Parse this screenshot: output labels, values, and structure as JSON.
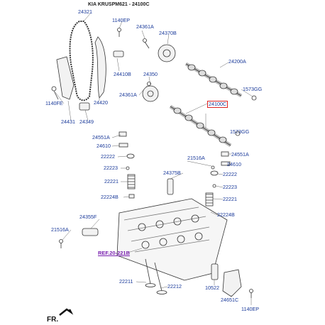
{
  "title": "KIA KRUSPM621 - 24100C",
  "reference": "REF.20-221B",
  "direction": "FR.",
  "callouts": {
    "c24321": "24321",
    "c1140EP_top": "1140EP",
    "c24361A_top": "24361A",
    "c24370B": "24370B",
    "c24200A": "24200A",
    "c1573GG_top": "1573GG",
    "c24410B": "24410B",
    "c24350": "24350",
    "c24361A_mid": "24361A",
    "c1140FE": "1140FE",
    "c24420": "24420",
    "c24431": "24431",
    "c24349": "24349",
    "c24100C": "24100C",
    "c1573GG_bot": "1573GG",
    "c24551A_left": "24551A",
    "c24610_left": "24610",
    "c22222_left": "22222",
    "c22223_left": "22223",
    "c22221_left": "22221",
    "c22224B_left": "22224B",
    "c24551A_right": "24551A",
    "c24610_right": "24610",
    "c21516A_right": "21516A",
    "c24375B": "24375B",
    "c22222_right": "22222",
    "c22223_right": "22223",
    "c22221_right": "22221",
    "c22224B_right": "22224B",
    "c24355F": "24355F",
    "c21516A_left": "21516A",
    "c22211": "22211",
    "c22212": "22212",
    "c10522": "10522",
    "c24651C": "24651C",
    "c1140EP_bot": "1140EP"
  }
}
